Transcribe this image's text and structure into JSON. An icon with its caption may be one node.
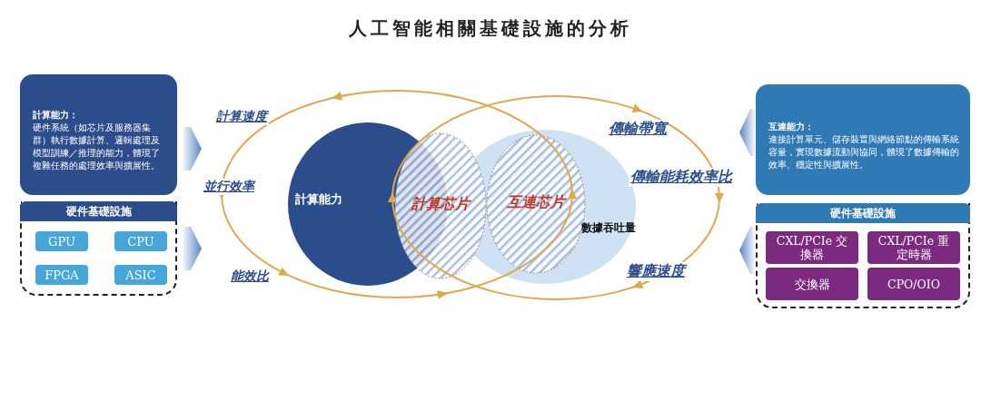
{
  "diagram": {
    "title": "人工智能相關基礎設施的分析",
    "nodes": [
      {
        "text": [
          "計算能力：",
          "硬件系統（如芯片及服務器集群）執行數據計算、邏輯處理及模型訓練／推理的能力，體現了複雜任務的處理效率與擴展性。"
        ]
      },
      {
        "text": [
          "硬件基礎設施"
        ]
      },
      {
        "text": [
          "GPU"
        ],
        "in": 1
      },
      {
        "text": [
          "CPU"
        ],
        "in": 1
      },
      {
        "text": [
          "FPGA"
        ],
        "in": 1
      },
      {
        "text": [
          "ASIC"
        ],
        "in": 1
      },
      {
        "text": [
          "互連能力：",
          "連接計算單元、儲存裝置與網絡節點的傳輸系統容量，實現數據流動與協同，體現了數據傳輸的效率、穩定性與擴展性。"
        ]
      },
      {
        "text": [
          "硬件基礎設施"
        ]
      },
      {
        "text": [
          "CXL/PCIe 交換器"
        ],
        "in": 7
      },
      {
        "text": [
          "CXL/PCIe 重定時器"
        ],
        "in": 7
      },
      {
        "text": [
          "交換器"
        ],
        "in": 7
      },
      {
        "text": [
          "CPO/OIO"
        ],
        "in": 7
      },
      {
        "text": [
          "計算能力"
        ]
      },
      {
        "text": [
          "數據吞吐量"
        ]
      },
      {
        "text": [
          "計算芯片"
        ]
      },
      {
        "text": [
          "互連芯片"
        ],
        "in": 13
      }
    ],
    "labels": [
      "計算速度",
      "並行效率",
      "能效比",
      "傳輸帶寬",
      "傳輸能耗效率比",
      "響應速度"
    ]
  }
}
